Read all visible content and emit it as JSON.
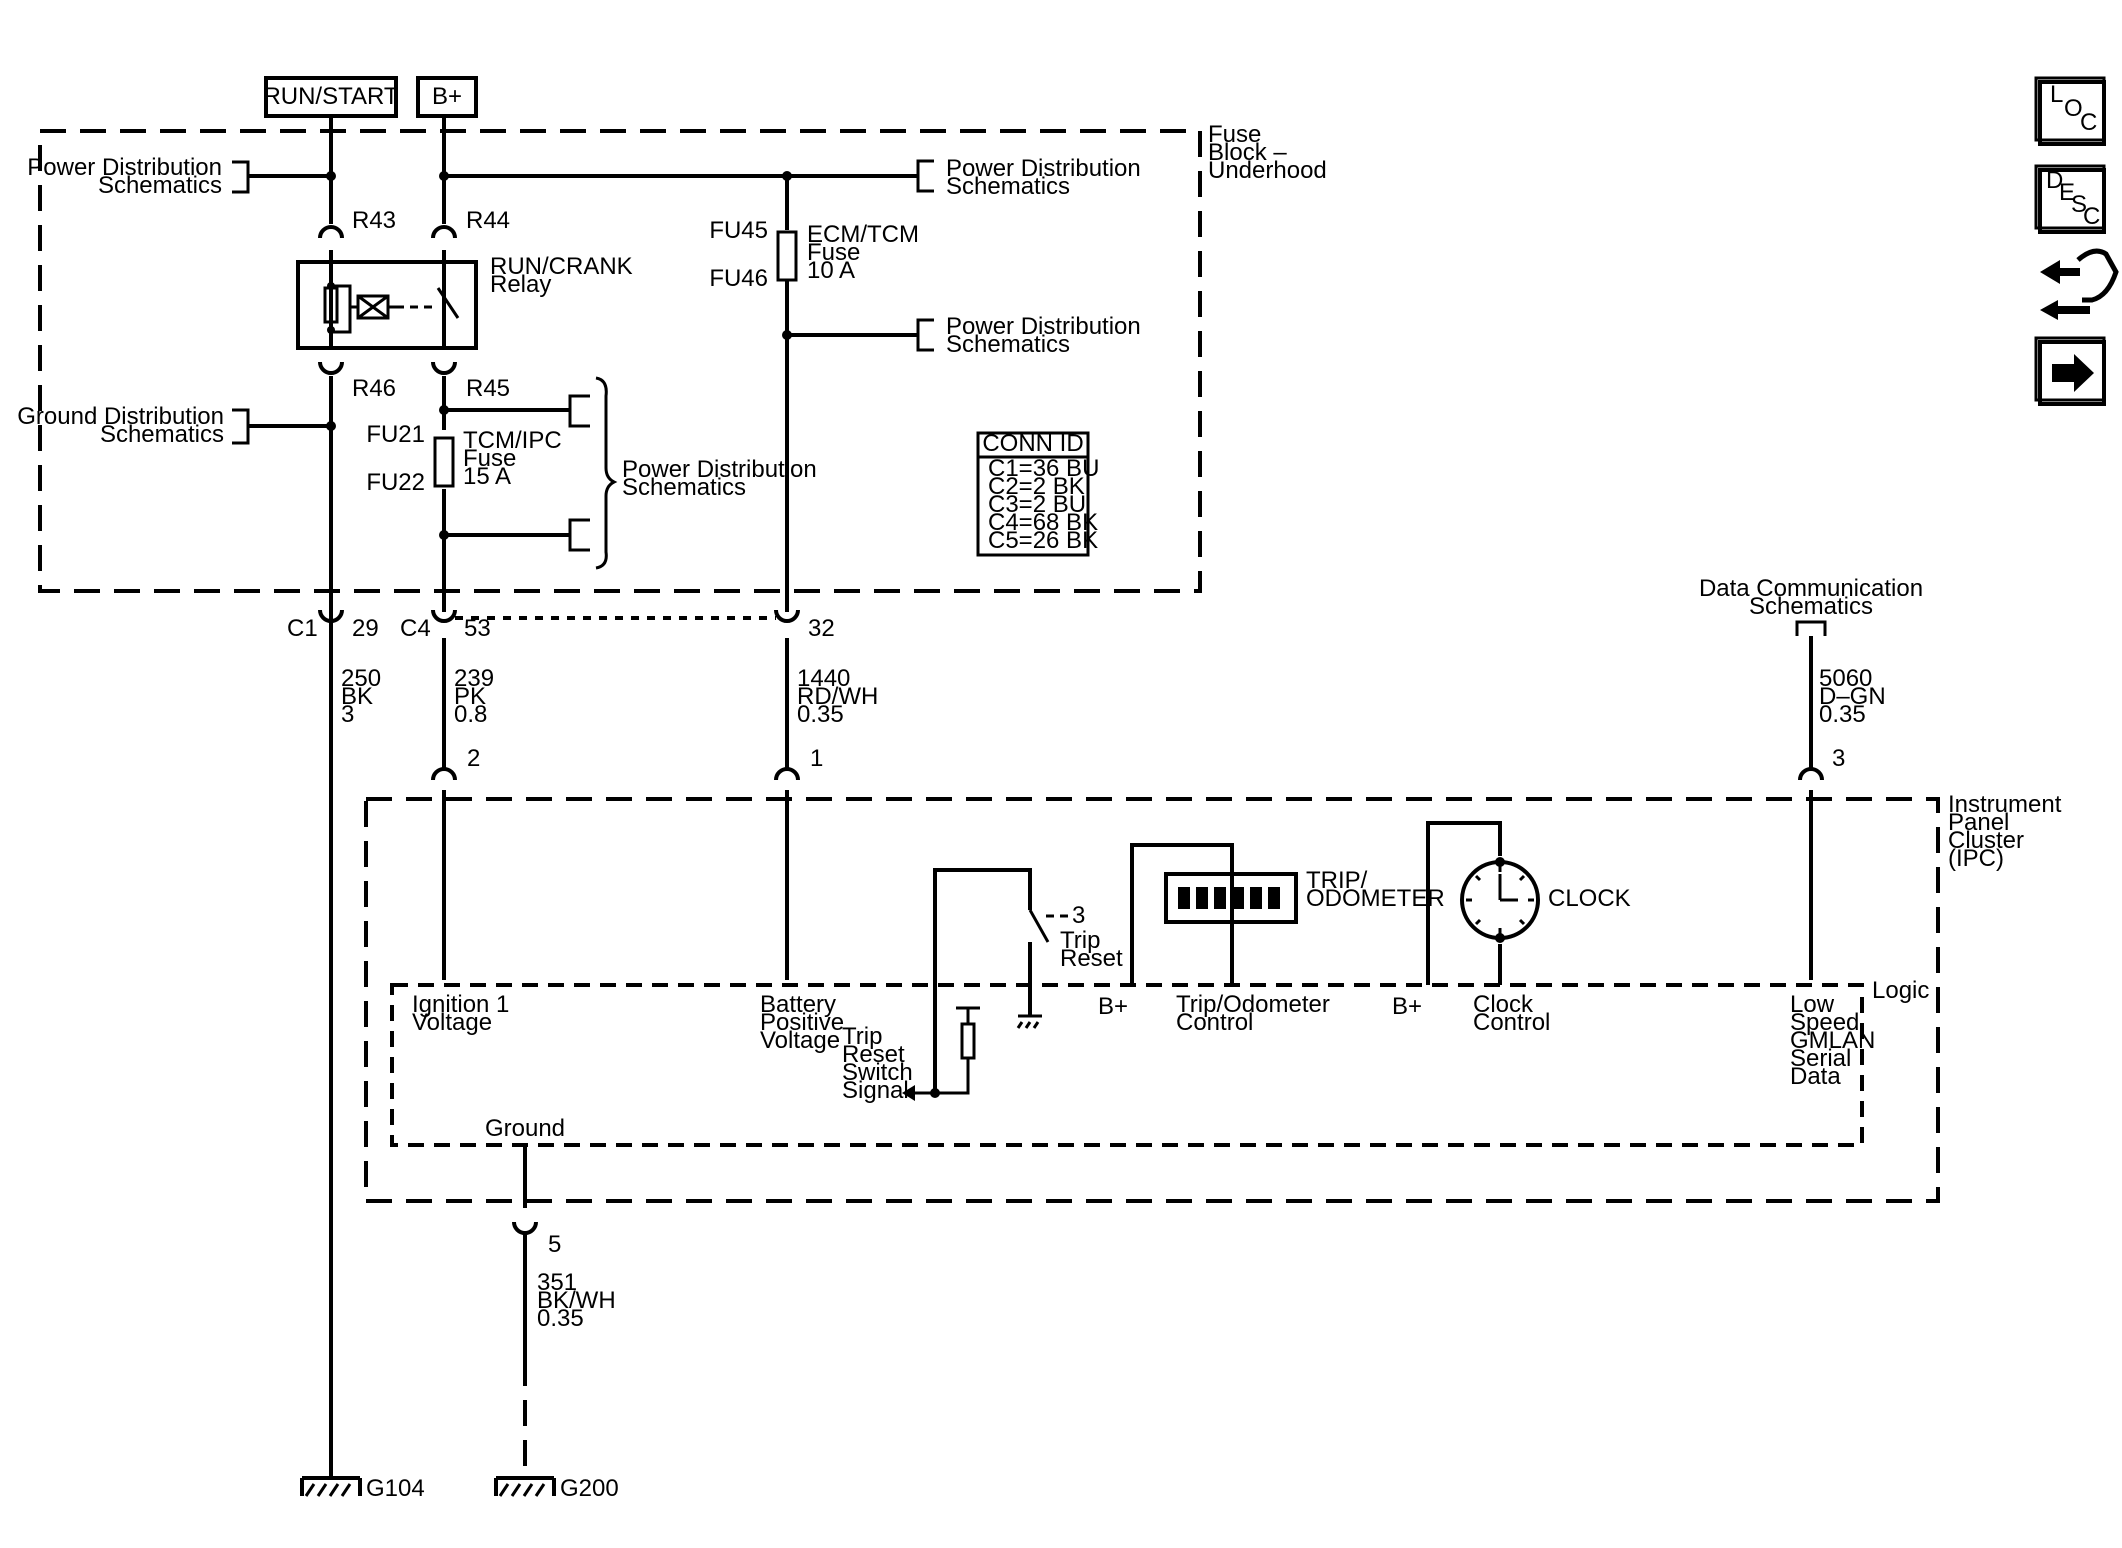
{
  "supplies": {
    "run_start": "RUN/START",
    "b_plus": "B+"
  },
  "fuse_block": {
    "title_1": "Fuse",
    "title_2": "Block –",
    "title_3": "Underhood",
    "pds_left_1": "Power Distribution",
    "pds_left_2": "Schematics",
    "pds_top_right_1": "Power Distribution",
    "pds_top_right_2": "Schematics",
    "pds_mid_right_1": "Power Distribution",
    "pds_mid_right_2": "Schematics",
    "pds_bracket_1": "Power Distribution",
    "pds_bracket_2": "Schematics",
    "gds_1": "Ground Distribution",
    "gds_2": "Schematics",
    "r43": "R43",
    "r44": "R44",
    "r45": "R45",
    "r46": "R46",
    "relay_1": "RUN/CRANK",
    "relay_2": "Relay",
    "fu45": "FU45",
    "fu46": "FU46",
    "fuse_ecm_1": "ECM/TCM",
    "fuse_ecm_2": "Fuse",
    "fuse_ecm_3": "10 A",
    "fu21": "FU21",
    "fu22": "FU22",
    "fuse_tcm_1": "TCM/IPC",
    "fuse_tcm_2": "Fuse",
    "fuse_tcm_3": "15 A",
    "conn_id": {
      "title": "CONN ID",
      "rows": [
        "C1=36 BU",
        "C2=2 BK",
        "C3=2 BU",
        "C4=68 BK",
        "C5=26 BK"
      ]
    }
  },
  "connectors": {
    "c1": "C1",
    "c1_pin": "29",
    "c4": "C4",
    "c4_pin": "53",
    "pin_32": "32",
    "ipc_pin_2": "2",
    "ipc_pin_1": "1",
    "ipc_pin_3": "3",
    "ipc_pin_5": "5"
  },
  "wires": {
    "w250": [
      "250",
      "BK",
      "3"
    ],
    "w239": [
      "239",
      "PK",
      "0.8"
    ],
    "w1440": [
      "1440",
      "RD/WH",
      "0.35"
    ],
    "w5060": [
      "5060",
      "D–GN",
      "0.35"
    ],
    "w351": [
      "351",
      "BK/WH",
      "0.35"
    ]
  },
  "data_comm": {
    "line_1": "Data Communication",
    "line_2": "Schematics"
  },
  "ipc": {
    "title_1": "Instrument",
    "title_2": "Panel",
    "title_3": "Cluster",
    "title_4": "(IPC)",
    "logic": "Logic",
    "trip_odometer_1": "TRIP/",
    "trip_odometer_2": "ODOMETER",
    "clock": "CLOCK",
    "trip_reset_1": "Trip",
    "trip_reset_2": "Reset",
    "ign_1": "Ignition 1",
    "ign_2": "Voltage",
    "batt_1": "Battery",
    "batt_2": "Positive",
    "batt_3": "Voltage",
    "trs_1": "Trip",
    "trs_2": "Reset",
    "trs_3": "Switch",
    "trs_4": "Signal",
    "bplus_a": "B+",
    "bplus_b": "B+",
    "trip_ctrl_1": "Trip/Odometer",
    "trip_ctrl_2": "Control",
    "clock_ctrl_1": "Clock",
    "clock_ctrl_2": "Control",
    "gmlan_1": "Low",
    "gmlan_2": "Speed",
    "gmlan_3": "GMLAN",
    "gmlan_4": "Serial",
    "gmlan_5": "Data",
    "ground": "Ground"
  },
  "grounds": {
    "g104": "G104",
    "g200": "G200"
  },
  "nav": {
    "loc_icon": "location-icon",
    "desc_icon": "description-icon",
    "connector_icon": "connector-end-view-icon",
    "next_icon": "next-arrow-icon"
  }
}
